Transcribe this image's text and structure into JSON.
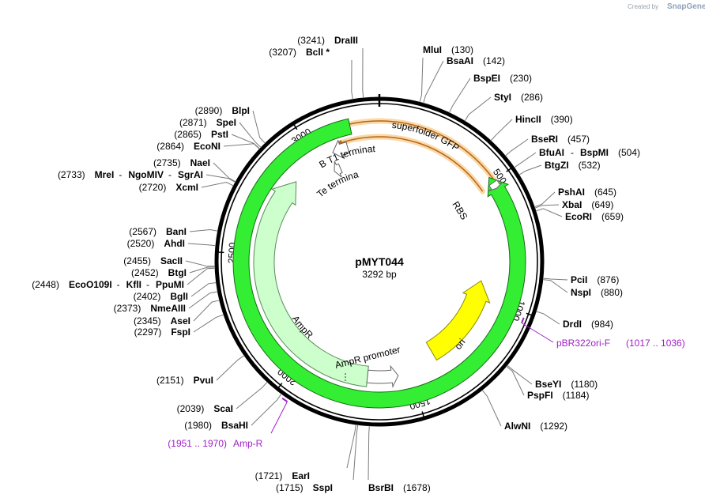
{
  "watermark": {
    "created_by": "Created by",
    "brand": "SnapGene"
  },
  "plasmid": {
    "name": "pMYT044",
    "length": "3292 bp",
    "length_bp": 3292
  },
  "ticks": [
    {
      "bp": 500,
      "label": "500"
    },
    {
      "bp": 1000,
      "label": "1000"
    },
    {
      "bp": 1500,
      "label": "1500"
    },
    {
      "bp": 2000,
      "label": "2000"
    },
    {
      "bp": 2500,
      "label": "2500"
    },
    {
      "bp": 3000,
      "label": "3000"
    }
  ],
  "sites": [
    {
      "bp": 3241,
      "enz": [
        "DraIII"
      ],
      "pos": "(3241)",
      "side": "L"
    },
    {
      "bp": 3207,
      "enz": [
        "BclI *"
      ],
      "pos": "(3207)",
      "side": "L"
    },
    {
      "bp": 130,
      "enz": [
        "MluI"
      ],
      "pos": "(130)",
      "side": "R"
    },
    {
      "bp": 142,
      "enz": [
        "BsaAI"
      ],
      "pos": "(142)",
      "side": "R"
    },
    {
      "bp": 230,
      "enz": [
        "BspEI"
      ],
      "pos": "(230)",
      "side": "R"
    },
    {
      "bp": 286,
      "enz": [
        "StyI"
      ],
      "pos": "(286)",
      "side": "R"
    },
    {
      "bp": 390,
      "enz": [
        "HincII"
      ],
      "pos": "(390)",
      "side": "R"
    },
    {
      "bp": 457,
      "enz": [
        "BseRI"
      ],
      "pos": "(457)",
      "side": "R"
    },
    {
      "bp": 504,
      "enz": [
        "BfuAI",
        "BspMI"
      ],
      "pos": "(504)",
      "side": "R"
    },
    {
      "bp": 532,
      "enz": [
        "BtgZI"
      ],
      "pos": "(532)",
      "side": "R"
    },
    {
      "bp": 645,
      "enz": [
        "PshAI"
      ],
      "pos": "(645)",
      "side": "R"
    },
    {
      "bp": 649,
      "enz": [
        "XbaI"
      ],
      "pos": "(649)",
      "side": "R"
    },
    {
      "bp": 659,
      "enz": [
        "EcoRI"
      ],
      "pos": "(659)",
      "side": "R"
    },
    {
      "bp": 876,
      "enz": [
        "PciI"
      ],
      "pos": "(876)",
      "side": "R"
    },
    {
      "bp": 880,
      "enz": [
        "NspI"
      ],
      "pos": "(880)",
      "side": "R"
    },
    {
      "bp": 984,
      "enz": [
        "DrdI"
      ],
      "pos": "(984)",
      "side": "R"
    },
    {
      "bp": 1180,
      "enz": [
        "BseYI"
      ],
      "pos": "(1180)",
      "side": "R"
    },
    {
      "bp": 1184,
      "enz": [
        "PspFI"
      ],
      "pos": "(1184)",
      "side": "R"
    },
    {
      "bp": 1292,
      "enz": [
        "AlwNI"
      ],
      "pos": "(1292)",
      "side": "R"
    },
    {
      "bp": 1678,
      "enz": [
        "BsrBI"
      ],
      "pos": "(1678)",
      "side": "R"
    },
    {
      "bp": 1715,
      "enz": [
        "SspI"
      ],
      "pos": "(1715)",
      "side": "L"
    },
    {
      "bp": 1721,
      "enz": [
        "EarI"
      ],
      "pos": "(1721)",
      "side": "L"
    },
    {
      "bp": 1980,
      "enz": [
        "BsaHI"
      ],
      "pos": "(1980)",
      "side": "L"
    },
    {
      "bp": 2039,
      "enz": [
        "ScaI"
      ],
      "pos": "(2039)",
      "side": "L"
    },
    {
      "bp": 2151,
      "enz": [
        "PvuI"
      ],
      "pos": "(2151)",
      "side": "L"
    },
    {
      "bp": 2297,
      "enz": [
        "FspI"
      ],
      "pos": "(2297)",
      "side": "L"
    },
    {
      "bp": 2345,
      "enz": [
        "AseI"
      ],
      "pos": "(2345)",
      "side": "L"
    },
    {
      "bp": 2373,
      "enz": [
        "NmeAIII"
      ],
      "pos": "(2373)",
      "side": "L"
    },
    {
      "bp": 2402,
      "enz": [
        "BglI"
      ],
      "pos": "(2402)",
      "side": "L"
    },
    {
      "bp": 2448,
      "enz": [
        "EcoO109I",
        "KflI",
        "PpuMI"
      ],
      "pos": "(2448)",
      "side": "L"
    },
    {
      "bp": 2452,
      "enz": [
        "BtgI"
      ],
      "pos": "(2452)",
      "side": "L"
    },
    {
      "bp": 2455,
      "enz": [
        "SacII"
      ],
      "pos": "(2455)",
      "side": "L"
    },
    {
      "bp": 2520,
      "enz": [
        "AhdI"
      ],
      "pos": "(2520)",
      "side": "L"
    },
    {
      "bp": 2567,
      "enz": [
        "BanI"
      ],
      "pos": "(2567)",
      "side": "L"
    },
    {
      "bp": 2720,
      "enz": [
        "XcmI"
      ],
      "pos": "(2720)",
      "side": "L"
    },
    {
      "bp": 2733,
      "enz": [
        "MreI",
        "NgoMIV",
        "SgrAI"
      ],
      "pos": "(2733)",
      "side": "L"
    },
    {
      "bp": 2735,
      "enz": [
        "NaeI"
      ],
      "pos": "(2735)",
      "side": "L"
    },
    {
      "bp": 2864,
      "enz": [
        "EcoNI"
      ],
      "pos": "(2864)",
      "side": "L"
    },
    {
      "bp": 2865,
      "enz": [
        "PstI"
      ],
      "pos": "(2865)",
      "side": "L"
    },
    {
      "bp": 2871,
      "enz": [
        "SpeI"
      ],
      "pos": "(2871)",
      "side": "L"
    },
    {
      "bp": 2890,
      "enz": [
        "BlpI"
      ],
      "pos": "(2890)",
      "side": "L"
    }
  ],
  "primers": [
    {
      "name": "pBR322ori-F",
      "range": "(1017 .. 1036)",
      "bp_start": 1017,
      "bp_end": 1036
    },
    {
      "name": "Amp-R",
      "range": "(1951 .. 1970)",
      "bp_start": 1951,
      "bp_end": 1970
    }
  ],
  "features": [
    {
      "name": "superfolder GFP",
      "color": "#33ee33"
    },
    {
      "name": "RBS",
      "color": "#ffffff"
    },
    {
      "name": "rrnB T1 terminator",
      "color": "#ffffff"
    },
    {
      "name": "T7Te terminator",
      "color": "#ffffff"
    },
    {
      "name": "ori",
      "color": "#ffff00"
    },
    {
      "name": "AmpR",
      "color": "#ccffcc"
    },
    {
      "name": "AmpR promoter",
      "color": "#ffffff"
    }
  ],
  "colors": {
    "orf": "#b5651d",
    "orf_glow": "#fbd9a6",
    "primer": "#a020c8",
    "backbone": "#000000"
  }
}
